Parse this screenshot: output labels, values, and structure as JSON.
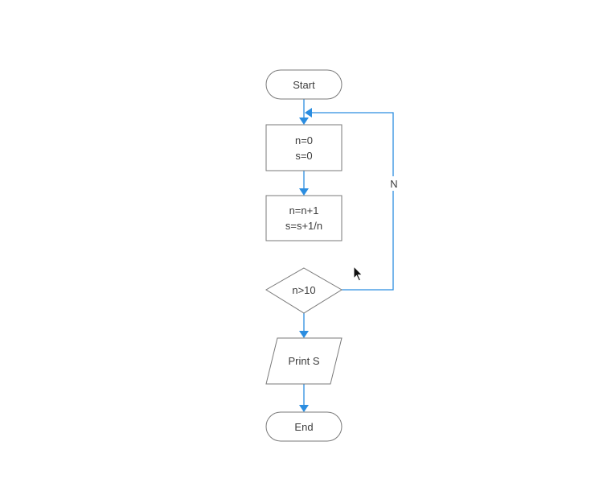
{
  "flowchart": {
    "nodes": {
      "start": {
        "label": "Start"
      },
      "init": {
        "line1": "n=0",
        "line2": "s=0"
      },
      "update": {
        "line1": "n=n+1",
        "line2": "s=s+1/n"
      },
      "decision": {
        "label": "n>10"
      },
      "output": {
        "label": "Print S"
      },
      "end": {
        "label": "End"
      }
    },
    "edges": {
      "loop_back_label": "N"
    },
    "colors": {
      "edge": "#2b8de0",
      "node_border": "#7a7a7a",
      "text": "#3c3c3c"
    }
  }
}
